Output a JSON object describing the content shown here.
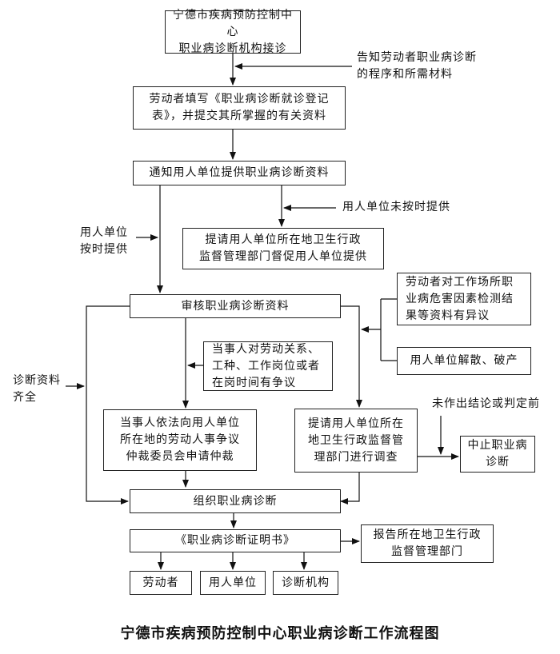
{
  "boxes": {
    "intake": "宁德市疾病预防控制中心\n职业病诊断机构接诊",
    "worker_fill": "劳动者填写《职业病诊断就诊登记\n表》，并提交其所掌握的有关资料",
    "notify_employer": "通知用人单位提供职业病诊断资料",
    "request_supervise": "提请用人单位所在地卫生行政\n监督管理部门督促用人单位提供",
    "review": "审核职业病诊断资料",
    "worker_objection": "劳动者对工作场所职\n业病危害因素检测结\n果等资料有异议",
    "employer_dissolve": "用人单位解散、破产",
    "dispute": "当事人对劳动关系、\n工种、工作岗位或者\n在岗时间有争议",
    "arbitration": "当事人依法向用人单位\n所在地的劳动人事争议\n仲裁委员会申请仲裁",
    "investigate": "提请用人单位所在\n地卫生行政监督管\n理部门进行调查",
    "suspend": "中止职业病\n诊断",
    "organize": "组织职业病诊断",
    "certificate": "《职业病诊断证明书》",
    "report": "报告所在地卫生行政\n监督管理部门",
    "out_worker": "劳动者",
    "out_employer": "用人单位",
    "out_agency": "诊断机构"
  },
  "labels": {
    "inform_worker": "告知劳动者职业病诊断\n的程序和所需材料",
    "employer_not_timely": "用人单位未按时提供",
    "employer_timely": "用人单位\n按时提供",
    "materials_complete": "诊断资料\n齐全",
    "before_conclusion": "未作出结论或判定前"
  },
  "title": "宁德市疾病预防控制中心职业病诊断工作流程图"
}
